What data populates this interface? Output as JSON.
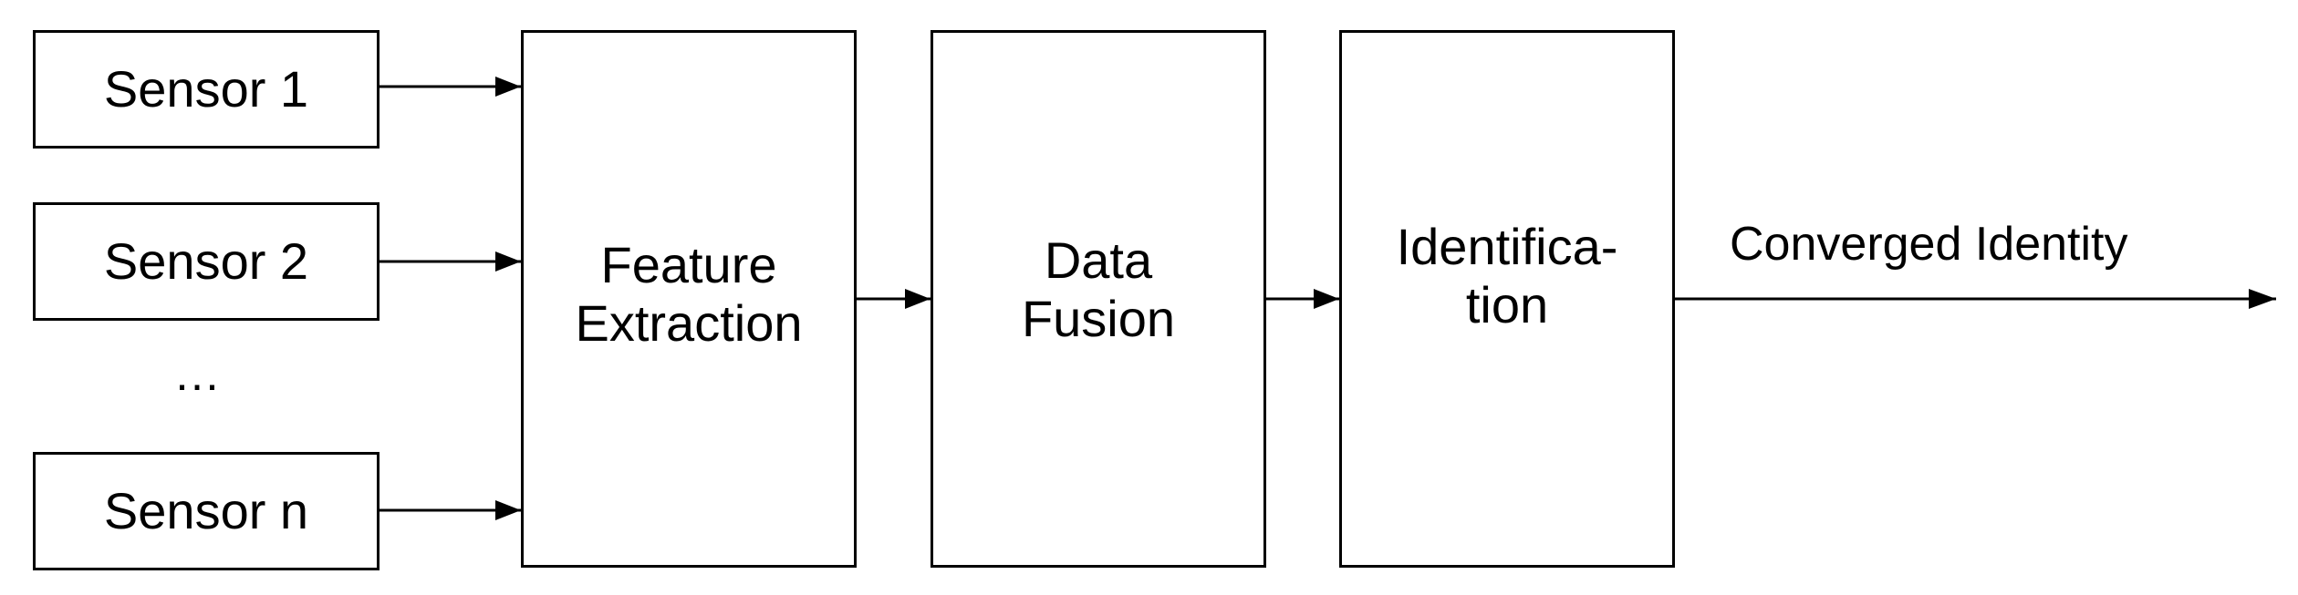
{
  "sensors": {
    "sensor_1": "Sensor 1",
    "sensor_2": "Sensor 2",
    "ellipsis": "…",
    "sensor_n": "Sensor n"
  },
  "stages": {
    "feature_extraction": "Feature\nExtraction",
    "data_fusion": "Data\nFusion",
    "identification": "Identifica-\ntion"
  },
  "output": {
    "label": "Converged Identity"
  },
  "colors": {
    "stroke": "#000000",
    "background": "#ffffff"
  }
}
